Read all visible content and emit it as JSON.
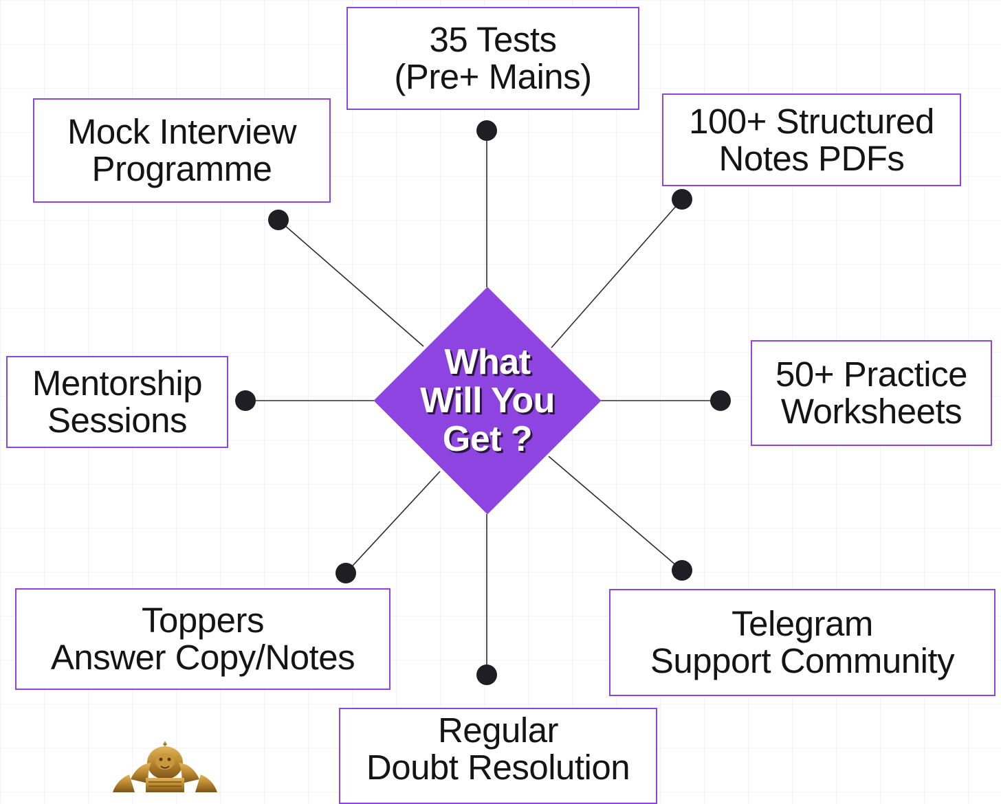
{
  "center": {
    "title": "What\nWill You\nGet ?"
  },
  "items": {
    "tests": "35 Tests\n(Pre+ Mains)",
    "mock_interview": "Mock Interview\nProgramme",
    "notes": "100+ Structured\nNotes PDFs",
    "mentorship": "Mentorship\nSessions",
    "practice": "50+ Practice\nWorksheets",
    "toppers": "Toppers\nAnswer Copy/Notes",
    "telegram": "Telegram\nSupport Community",
    "doubt": "Regular\nDoubt Resolution"
  },
  "colors": {
    "accent": "#8e44e0",
    "node": "#1e1e24",
    "text": "#141414",
    "emblem": "#b8862e"
  },
  "icons": {
    "emblem": "gold-lion-emblem-icon"
  }
}
